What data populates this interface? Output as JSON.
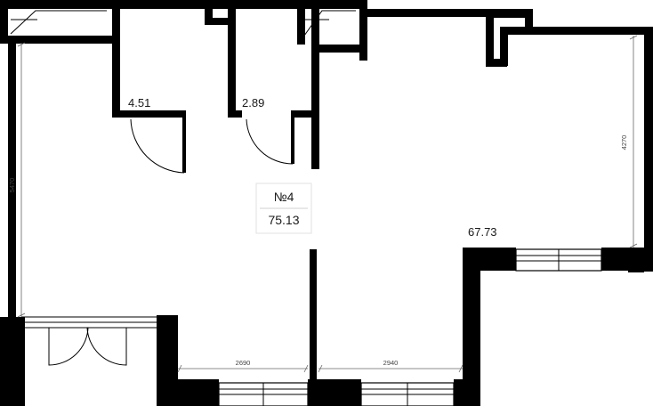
{
  "apartment": {
    "number": "№4",
    "total_area": "75.13"
  },
  "rooms": [
    {
      "id": "room-1",
      "area": "4.51"
    },
    {
      "id": "room-2",
      "area": "2.89"
    },
    {
      "id": "room-3",
      "area": "67.73"
    }
  ],
  "dimensions": {
    "left_height": "5470",
    "right_height": "4270",
    "bottom_left_width": "2690",
    "bottom_right_width": "2940"
  }
}
